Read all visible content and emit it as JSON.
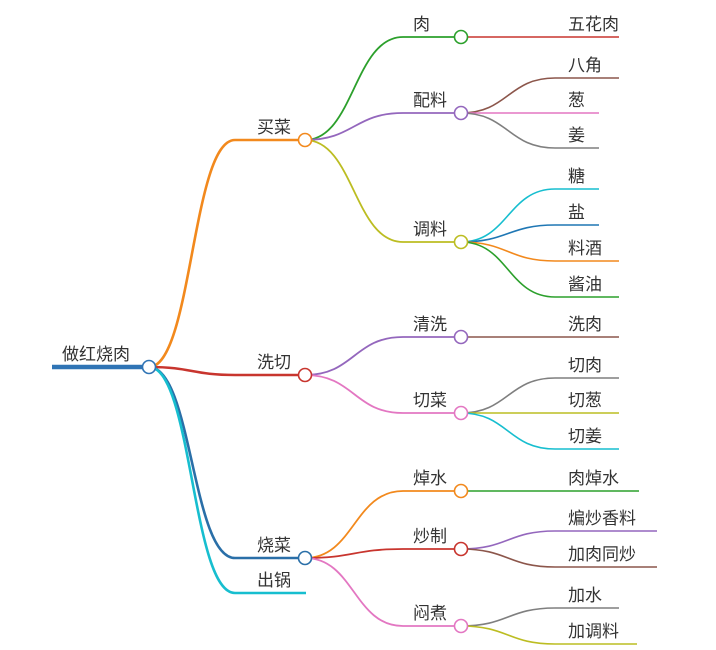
{
  "root": {
    "label": "做红烧肉",
    "color": "#2f74b5",
    "children": [
      {
        "label": "买菜",
        "color": "#f2891d",
        "children": [
          {
            "label": "肉",
            "color": "#2ca02c",
            "children": [
              {
                "label": "五花肉",
                "color": "#c8352e"
              }
            ]
          },
          {
            "label": "配料",
            "color": "#9467bd",
            "children": [
              {
                "label": "八角",
                "color": "#8c564b"
              },
              {
                "label": "葱",
                "color": "#e377c2"
              },
              {
                "label": "姜",
                "color": "#7f7f7f"
              }
            ]
          },
          {
            "label": "调料",
            "color": "#bcbd22",
            "children": [
              {
                "label": "糖",
                "color": "#17becf"
              },
              {
                "label": "盐",
                "color": "#1f77b4"
              },
              {
                "label": "料酒",
                "color": "#f2891d"
              },
              {
                "label": "酱油",
                "color": "#2ca02c"
              }
            ]
          }
        ]
      },
      {
        "label": "洗切",
        "color": "#c8352e",
        "children": [
          {
            "label": "清洗",
            "color": "#9467bd",
            "children": [
              {
                "label": "洗肉",
                "color": "#8c564b"
              }
            ]
          },
          {
            "label": "切菜",
            "color": "#e377c2",
            "children": [
              {
                "label": "切肉",
                "color": "#7f7f7f"
              },
              {
                "label": "切葱",
                "color": "#bcbd22"
              },
              {
                "label": "切姜",
                "color": "#17becf"
              }
            ]
          }
        ]
      },
      {
        "label": "烧菜",
        "color": "#2a6fa8",
        "children": [
          {
            "label": "焯水",
            "color": "#f2891d",
            "children": [
              {
                "label": "肉焯水",
                "color": "#2ca02c"
              }
            ]
          },
          {
            "label": "炒制",
            "color": "#c8352e",
            "children": [
              {
                "label": "煸炒香料",
                "color": "#9467bd"
              },
              {
                "label": "加肉同炒",
                "color": "#8c564b"
              }
            ]
          },
          {
            "label": "闷煮",
            "color": "#e377c2",
            "children": [
              {
                "label": "加水",
                "color": "#7f7f7f"
              },
              {
                "label": "加调料",
                "color": "#bcbd22"
              }
            ]
          }
        ]
      },
      {
        "label": "出锅",
        "color": "#17becf",
        "children": []
      }
    ]
  }
}
